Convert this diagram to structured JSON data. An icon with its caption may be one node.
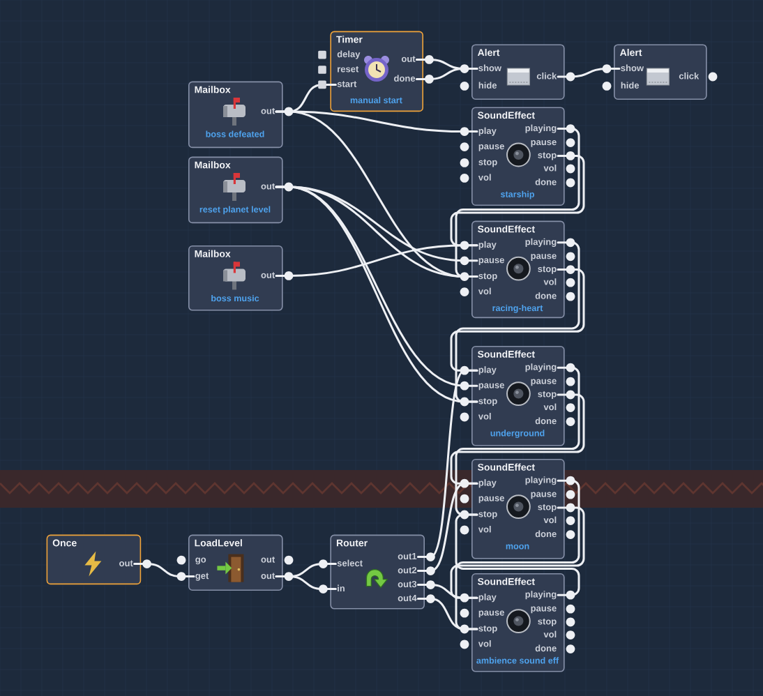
{
  "diagram": {
    "nodes": [
      {
        "text": [
          "Timer",
          "manual start"
        ]
      },
      {
        "text": [
          "delay"
        ],
        "in": 0
      },
      {
        "text": [
          "reset"
        ],
        "in": 0
      },
      {
        "text": [
          "start"
        ],
        "in": 0
      },
      {
        "text": [
          "out"
        ],
        "in": 0
      },
      {
        "text": [
          "done"
        ],
        "in": 0
      },
      {
        "text": [
          "Alert"
        ]
      },
      {
        "text": [
          "show"
        ],
        "in": 6
      },
      {
        "text": [
          "hide"
        ],
        "in": 6
      },
      {
        "text": [
          "click"
        ],
        "in": 6
      },
      {
        "text": [
          "Alert"
        ]
      },
      {
        "text": [
          "show"
        ],
        "in": 10
      },
      {
        "text": [
          "hide"
        ],
        "in": 10
      },
      {
        "text": [
          "click"
        ],
        "in": 10
      },
      {
        "text": [
          "Mailbox",
          "boss defeated"
        ]
      },
      {
        "text": [
          "out"
        ],
        "in": 14
      },
      {
        "text": [
          "SoundEffect",
          "starship"
        ]
      },
      {
        "text": [
          "play"
        ],
        "in": 16
      },
      {
        "text": [
          "pause"
        ],
        "in": 16
      },
      {
        "text": [
          "stop"
        ],
        "in": 16
      },
      {
        "text": [
          "vol"
        ],
        "in": 16
      },
      {
        "text": [
          "playing"
        ],
        "in": 16
      },
      {
        "text": [
          "pause"
        ],
        "in": 16
      },
      {
        "text": [
          "stop"
        ],
        "in": 16
      },
      {
        "text": [
          "vol"
        ],
        "in": 16
      },
      {
        "text": [
          "done"
        ],
        "in": 16
      },
      {
        "text": [
          "Mailbox",
          "reset planet level"
        ]
      },
      {
        "text": [
          "out"
        ],
        "in": 26
      },
      {
        "text": [
          "Mailbox",
          "boss music"
        ]
      },
      {
        "text": [
          "out"
        ],
        "in": 28
      },
      {
        "text": [
          "SoundEffect",
          "racing-heart"
        ]
      },
      {
        "text": [
          "play"
        ],
        "in": 30
      },
      {
        "text": [
          "pause"
        ],
        "in": 30
      },
      {
        "text": [
          "stop"
        ],
        "in": 30
      },
      {
        "text": [
          "vol"
        ],
        "in": 30
      },
      {
        "text": [
          "playing"
        ],
        "in": 30
      },
      {
        "text": [
          "pause"
        ],
        "in": 30
      },
      {
        "text": [
          "stop"
        ],
        "in": 30
      },
      {
        "text": [
          "vol"
        ],
        "in": 30
      },
      {
        "text": [
          "done"
        ],
        "in": 30
      },
      {
        "text": [
          "SoundEffect",
          "underground"
        ]
      },
      {
        "text": [
          "play"
        ],
        "in": 40
      },
      {
        "text": [
          "pause"
        ],
        "in": 40
      },
      {
        "text": [
          "stop"
        ],
        "in": 40
      },
      {
        "text": [
          "vol"
        ],
        "in": 40
      },
      {
        "text": [
          "playing"
        ],
        "in": 40
      },
      {
        "text": [
          "pause"
        ],
        "in": 40
      },
      {
        "text": [
          "stop"
        ],
        "in": 40
      },
      {
        "text": [
          "vol"
        ],
        "in": 40
      },
      {
        "text": [
          "done"
        ],
        "in": 40
      },
      {
        "text": [
          "SoundEffect",
          "moon"
        ]
      },
      {
        "text": [
          "play"
        ],
        "in": 50
      },
      {
        "text": [
          "pause"
        ],
        "in": 50
      },
      {
        "text": [
          "stop"
        ],
        "in": 50
      },
      {
        "text": [
          "vol"
        ],
        "in": 50
      },
      {
        "text": [
          "playing"
        ],
        "in": 50
      },
      {
        "text": [
          "pause"
        ],
        "in": 50
      },
      {
        "text": [
          "stop"
        ],
        "in": 50
      },
      {
        "text": [
          "vol"
        ],
        "in": 50
      },
      {
        "text": [
          "done"
        ],
        "in": 50
      },
      {
        "text": [
          "Once"
        ]
      },
      {
        "text": [
          "out"
        ],
        "in": 60
      },
      {
        "text": [
          "LoadLevel"
        ]
      },
      {
        "text": [
          "go"
        ],
        "in": 62
      },
      {
        "text": [
          "get"
        ],
        "in": 62
      },
      {
        "text": [
          "out"
        ],
        "in": 62
      },
      {
        "text": [
          "out"
        ],
        "in": 62
      },
      {
        "text": [
          "Router"
        ]
      },
      {
        "text": [
          "select"
        ],
        "in": 67
      },
      {
        "text": [
          "in"
        ],
        "in": 67
      },
      {
        "text": [
          "out1"
        ],
        "in": 67
      },
      {
        "text": [
          "out2"
        ],
        "in": 67
      },
      {
        "text": [
          "out3"
        ],
        "in": 67
      },
      {
        "text": [
          "out4"
        ],
        "in": 67
      },
      {
        "text": [
          "SoundEffect",
          "ambience sound eff"
        ]
      },
      {
        "text": [
          "play"
        ],
        "in": 74
      },
      {
        "text": [
          "pause"
        ],
        "in": 74
      },
      {
        "text": [
          "stop"
        ],
        "in": 74
      },
      {
        "text": [
          "vol"
        ],
        "in": 74
      },
      {
        "text": [
          "playing"
        ],
        "in": 74
      },
      {
        "text": [
          "pause"
        ],
        "in": 74
      },
      {
        "text": [
          "stop"
        ],
        "in": 74
      },
      {
        "text": [
          "vol"
        ],
        "in": 74
      },
      {
        "text": [
          "done"
        ],
        "in": 74
      }
    ],
    "edges": [
      {
        "from": 4,
        "to": 7,
        "arrow": "none"
      },
      {
        "from": 5,
        "to": 7,
        "arrow": "none"
      },
      {
        "from": 9,
        "to": 11,
        "arrow": "none"
      },
      {
        "from": 15,
        "to": 3,
        "arrow": "none"
      },
      {
        "from": 15,
        "to": 17,
        "arrow": "none"
      },
      {
        "from": 15,
        "to": 33,
        "arrow": "none"
      },
      {
        "from": 27,
        "to": 32,
        "arrow": "none"
      },
      {
        "from": 27,
        "to": 33,
        "arrow": "none"
      },
      {
        "from": 27,
        "to": 42,
        "arrow": "none"
      },
      {
        "from": 27,
        "to": 43,
        "arrow": "none"
      },
      {
        "from": 29,
        "to": 31,
        "arrow": "none"
      },
      {
        "from": 21,
        "to": 33,
        "arrow": "none"
      },
      {
        "from": 23,
        "to": 31,
        "arrow": "none"
      },
      {
        "from": 35,
        "to": 43,
        "arrow": "none"
      },
      {
        "from": 37,
        "to": 41,
        "arrow": "none"
      },
      {
        "from": 45,
        "to": 53,
        "arrow": "none"
      },
      {
        "from": 47,
        "to": 51,
        "arrow": "none"
      },
      {
        "from": 55,
        "to": 77,
        "arrow": "none"
      },
      {
        "from": 57,
        "to": 75,
        "arrow": "none"
      },
      {
        "from": 79,
        "to": 53,
        "arrow": "none"
      },
      {
        "from": 61,
        "to": 64,
        "arrow": "none"
      },
      {
        "from": 66,
        "to": 68,
        "arrow": "none"
      },
      {
        "from": 66,
        "to": 69,
        "arrow": "none"
      },
      {
        "from": 70,
        "to": 41,
        "arrow": "none"
      },
      {
        "from": 71,
        "to": 51,
        "arrow": "none"
      },
      {
        "from": 72,
        "to": 75,
        "arrow": "none"
      },
      {
        "from": 73,
        "to": 77,
        "arrow": "none"
      }
    ]
  }
}
